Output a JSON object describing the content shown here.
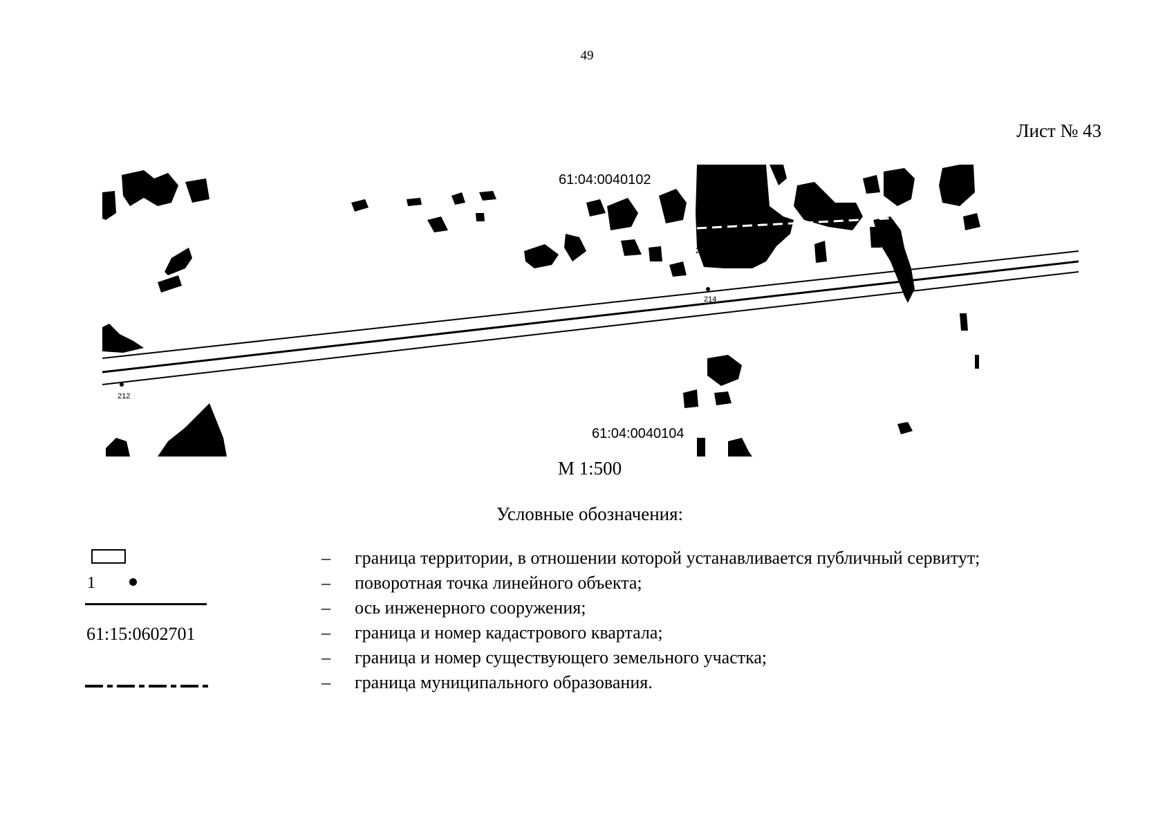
{
  "page_number": "49",
  "sheet_label": "Лист № 43",
  "map": {
    "cadastral_labels": [
      "61:04:0040102",
      "61:04:0040104"
    ],
    "point_labels": [
      "212",
      "213",
      "214"
    ],
    "scale": "М 1:500"
  },
  "legend": {
    "title": "Условные обозначения:",
    "symbol_point_number": "1",
    "symbol_cadastral_number": "61:15:0602701",
    "dash": "–",
    "items": [
      "граница территории, в отношении которой устанавливается публичный сервитут;",
      "поворотная точка линейного объекта;",
      "ось инженерного сооружения;",
      "граница и номер кадастрового квартала;",
      "граница и номер существующего земельного участка;",
      "граница муниципального образования."
    ]
  }
}
